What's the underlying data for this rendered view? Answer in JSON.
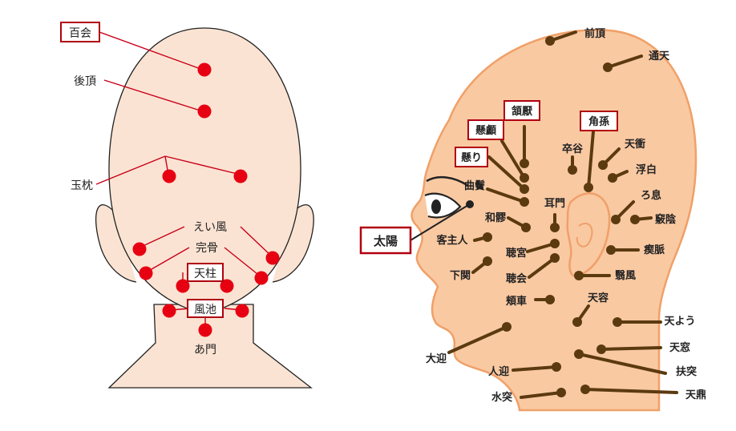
{
  "back_view": {
    "labels": [
      {
        "id": "hyakue",
        "text": "百会",
        "boxed": true
      },
      {
        "id": "gocho",
        "text": "後頂",
        "boxed": false
      },
      {
        "id": "gyokuchin",
        "text": "玉枕",
        "boxed": false
      },
      {
        "id": "eifu",
        "text": "えい風",
        "boxed": false
      },
      {
        "id": "kankotsu",
        "text": "完骨",
        "boxed": false
      },
      {
        "id": "tenchu",
        "text": "天柱",
        "boxed": true
      },
      {
        "id": "fuchi",
        "text": "風池",
        "boxed": true
      },
      {
        "id": "amon",
        "text": "あ門",
        "boxed": false
      }
    ]
  },
  "side_view": {
    "labels": [
      {
        "id": "zencho",
        "text": "前頂",
        "boxed": false
      },
      {
        "id": "tsuten",
        "text": "通天",
        "boxed": false
      },
      {
        "id": "ganen",
        "text": "頷厭",
        "boxed": true
      },
      {
        "id": "kenro",
        "text": "懸顱",
        "boxed": true
      },
      {
        "id": "kenri",
        "text": "懸り",
        "boxed": true
      },
      {
        "id": "kyokubin",
        "text": "曲鬢",
        "boxed": false
      },
      {
        "id": "kakuson",
        "text": "角孫",
        "boxed": true
      },
      {
        "id": "sokkoku",
        "text": "卒谷",
        "boxed": false
      },
      {
        "id": "tensho",
        "text": "天衝",
        "boxed": false
      },
      {
        "id": "fuhaku",
        "text": "浮白",
        "boxed": false
      },
      {
        "id": "roshi",
        "text": "ろ息",
        "boxed": false
      },
      {
        "id": "kyoin",
        "text": "竅陰",
        "boxed": false
      },
      {
        "id": "taiyo",
        "text": "太陽",
        "boxed": true
      },
      {
        "id": "jimon",
        "text": "耳門",
        "boxed": false
      },
      {
        "id": "waryo",
        "text": "和髎",
        "boxed": false
      },
      {
        "id": "kyakushujin",
        "text": "客主人",
        "boxed": false
      },
      {
        "id": "chokyu",
        "text": "聴宮",
        "boxed": false
      },
      {
        "id": "keimyaku",
        "text": "瘈脈",
        "boxed": false
      },
      {
        "id": "gekan",
        "text": "下関",
        "boxed": false
      },
      {
        "id": "choe",
        "text": "聴会",
        "boxed": false
      },
      {
        "id": "eifu2",
        "text": "翳風",
        "boxed": false
      },
      {
        "id": "kyosha",
        "text": "頬車",
        "boxed": false
      },
      {
        "id": "tenyo",
        "text": "天容",
        "boxed": false
      },
      {
        "id": "daigei",
        "text": "大迎",
        "boxed": false
      },
      {
        "id": "tenyo2",
        "text": "天よう",
        "boxed": false
      },
      {
        "id": "tenso",
        "text": "天窓",
        "boxed": false
      },
      {
        "id": "jingei",
        "text": "人迎",
        "boxed": false
      },
      {
        "id": "futotsu",
        "text": "扶突",
        "boxed": false
      },
      {
        "id": "suitotsu",
        "text": "水突",
        "boxed": false
      },
      {
        "id": "tentei",
        "text": "天鼎",
        "boxed": false
      }
    ]
  },
  "colors": {
    "point_red": "#e60012",
    "line_red": "#c8001a",
    "box_red": "#b0000f",
    "skin_light": "#fbe3d3",
    "skin_side": "#f9c9a2",
    "skin_outline": "#f0a068",
    "marker_brown": "#5c3a10"
  }
}
